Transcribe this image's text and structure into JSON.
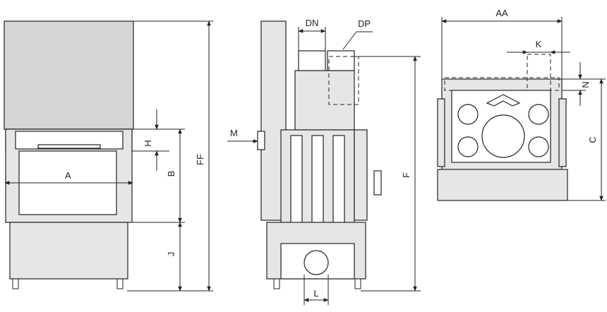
{
  "front_view": {
    "labels": {
      "A": "A",
      "B": "B",
      "H": "H",
      "J": "J",
      "FF": "FF"
    }
  },
  "side_view": {
    "labels": {
      "DN": "DN",
      "DP": "DP",
      "M": "M",
      "F": "F",
      "L": "L"
    }
  },
  "top_view": {
    "labels": {
      "AA": "AA",
      "K": "K",
      "N": "N",
      "C": "C"
    }
  }
}
